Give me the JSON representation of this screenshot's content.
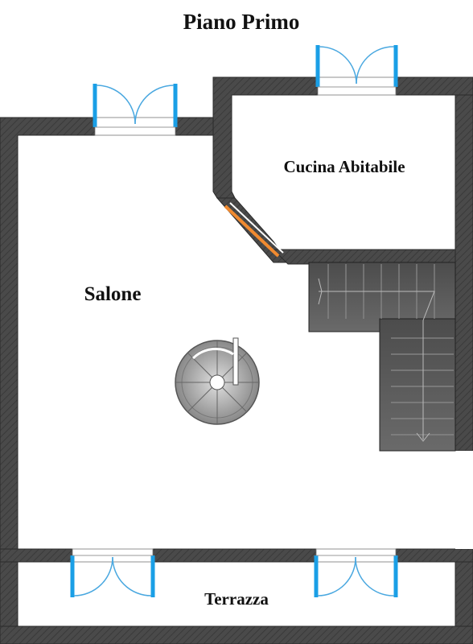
{
  "plan": {
    "title": "Piano Primo",
    "rooms": {
      "kitchen": "Cucina Abitabile",
      "living": "Salone",
      "terrace": "Terrazza"
    }
  },
  "colors": {
    "wall": "#4a4a4a",
    "wall_edge": "#2b2b2b",
    "door_leaf": "#1a9fe6",
    "door_swing": "#4aa8e0",
    "window_frame": "#f08a30",
    "stair_fill": "#555555",
    "stair_tread": "#777777",
    "floor": "#ffffff"
  }
}
